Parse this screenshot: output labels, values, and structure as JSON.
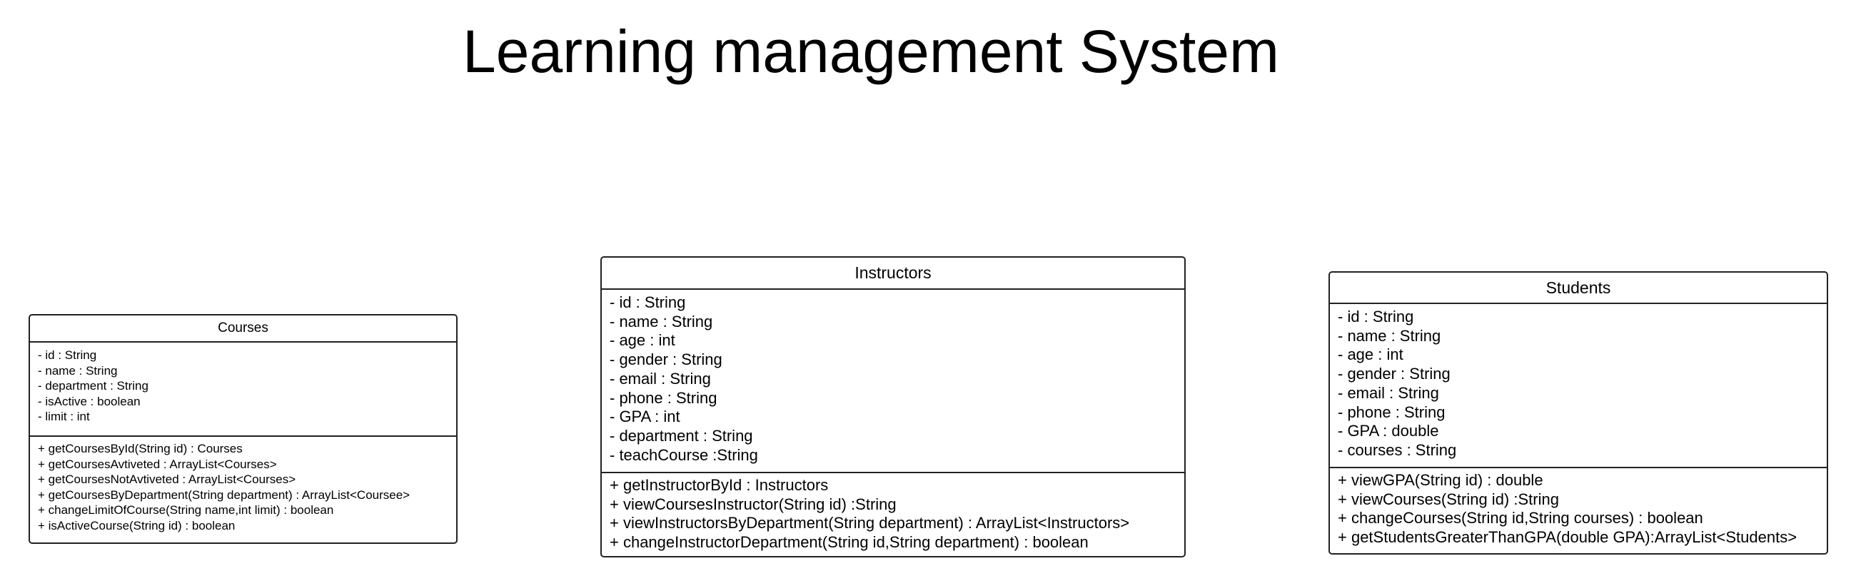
{
  "diagram": {
    "title": "Learning management System",
    "classes": [
      {
        "name": "Courses",
        "attributes": [
          "- id : String",
          "- name : String",
          "- department : String",
          "- isActive : boolean",
          "- limit : int"
        ],
        "operations": [
          "+ getCoursesById(String id) : Courses",
          "+ getCoursesAvtiveted : ArrayList<Courses>",
          "+ getCoursesNotAvtiveted : ArrayList<Courses>",
          "+ getCoursesByDepartment(String department) : ArrayList<Coursee>",
          "+ changeLimitOfCourse(String name,int limit) : boolean",
          "+ isActiveCourse(String id) : boolean"
        ]
      },
      {
        "name": "Instructors",
        "attributes": [
          "- id : String",
          "- name : String",
          "- age : int",
          "- gender : String",
          "- email : String",
          "- phone : String",
          "- GPA : int",
          "- department : String",
          "- teachCourse :String"
        ],
        "operations": [
          "+ getInstructorById : Instructors",
          "+ viewCoursesInstructor(String id) :String",
          "+ viewInstructorsByDepartment(String department) : ArrayList<Instructors>",
          "+ changeInstructorDepartment(String id,String department) : boolean"
        ]
      },
      {
        "name": "Students",
        "attributes": [
          "- id : String",
          "- name : String",
          "- age : int",
          "- gender : String",
          "- email : String",
          "- phone : String",
          "- GPA : double",
          "- courses : String"
        ],
        "operations": [
          "+ viewGPA(String id) : double",
          "+ viewCourses(String id) :String",
          "+ changeCourses(String id,String courses) : boolean",
          "+ getStudentsGreaterThanGPA(double GPA):ArrayList<Students>"
        ]
      }
    ]
  }
}
